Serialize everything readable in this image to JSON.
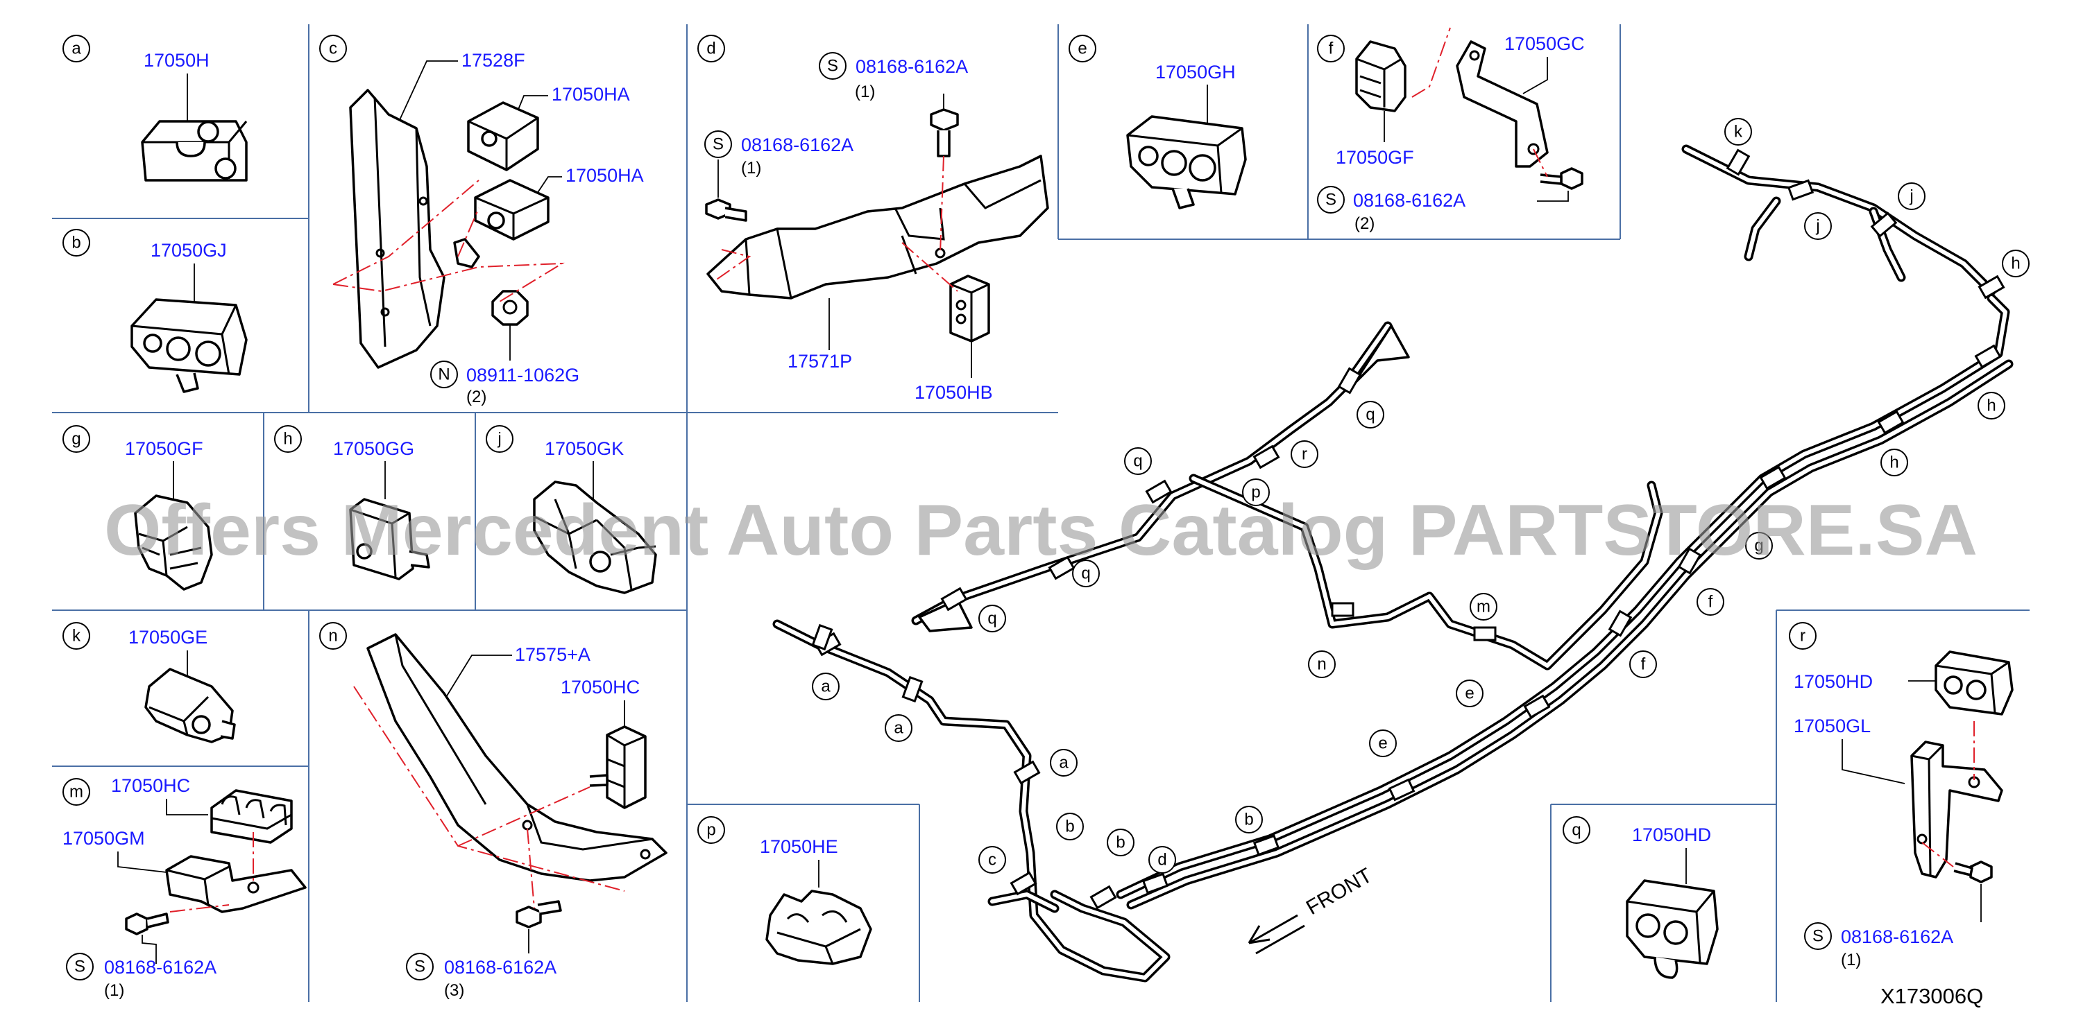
{
  "diagram_code": "X173006Q",
  "watermark": "Offers Mercedent Auto Parts Catalog PARTSTORE.SA",
  "front_label": "FRONT",
  "panels": {
    "a": {
      "letter": "a",
      "part": "17050H"
    },
    "b": {
      "letter": "b",
      "part": "17050GJ"
    },
    "c": {
      "letter": "c",
      "part_bracket": "17528F",
      "part_clip1": "17050HA",
      "part_clip2": "17050HA",
      "nut_symbol": "N",
      "nut_part": "08911-1062G",
      "nut_qty": "(2)"
    },
    "d": {
      "letter": "d",
      "bolt1_symbol": "S",
      "bolt1_part": "08168-6162A",
      "bolt1_qty": "(1)",
      "bolt2_symbol": "S",
      "bolt2_part": "08168-6162A",
      "bolt2_qty": "(1)",
      "bracket": "17571P",
      "clip": "17050HB"
    },
    "e": {
      "letter": "e",
      "part": "17050GH"
    },
    "f": {
      "letter": "f",
      "clip": "17050GF",
      "bracket": "17050GC",
      "bolt_symbol": "S",
      "bolt_part": "08168-6162A",
      "bolt_qty": "(2)"
    },
    "g": {
      "letter": "g",
      "part": "17050GF"
    },
    "h": {
      "letter": "h",
      "part": "17050GG"
    },
    "j": {
      "letter": "j",
      "part": "17050GK"
    },
    "k": {
      "letter": "k",
      "part": "17050GE"
    },
    "m": {
      "letter": "m",
      "clip": "17050HC",
      "bracket": "17050GM",
      "bolt_symbol": "S",
      "bolt_part": "08168-6162A",
      "bolt_qty": "(1)"
    },
    "n": {
      "letter": "n",
      "bracket": "17575+A",
      "clip": "17050HC",
      "bolt_symbol": "S",
      "bolt_part": "08168-6162A",
      "bolt_qty": "(3)"
    },
    "p": {
      "letter": "p",
      "part": "17050HE"
    },
    "q": {
      "letter": "q",
      "part": "17050HD"
    },
    "r": {
      "letter": "r",
      "clip": "17050HD",
      "bracket": "17050GL",
      "bolt_symbol": "S",
      "bolt_part": "08168-6162A",
      "bolt_qty": "(1)"
    }
  },
  "callouts": {
    "k1": "k",
    "j1": "j",
    "j2": "j",
    "h1": "h",
    "h2": "h",
    "h3": "h",
    "g1": "g",
    "q1": "q",
    "q2": "q",
    "q3": "q",
    "q4": "q",
    "r1": "r",
    "p1": "p",
    "m1": "m",
    "n1": "n",
    "e1": "e",
    "e2": "e",
    "f1": "f",
    "f2": "f",
    "a1": "a",
    "a2": "a",
    "a3": "a",
    "b1": "b",
    "b2": "b",
    "b3": "b",
    "c1": "c",
    "d1": "d"
  }
}
